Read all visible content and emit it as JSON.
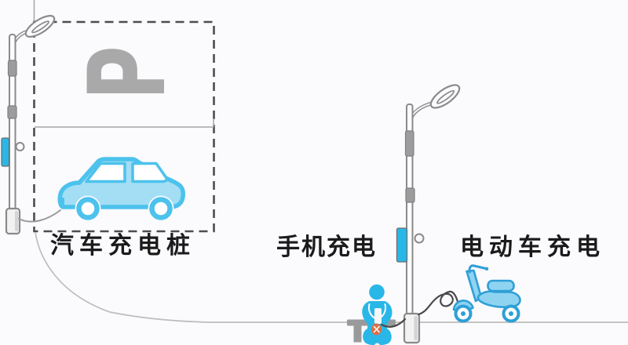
{
  "scene": {
    "labels": {
      "car": "汽车充电桩",
      "phone": "手机充电",
      "ebike": "电动车充电"
    },
    "parking_sign": {
      "symbol": "P",
      "rotation_deg": -90,
      "color": "#a9a9a9"
    },
    "colors": {
      "background": "#fbfafd",
      "accent_cyan": "#29b7e8",
      "car_fill": "#a3def5",
      "car_outline": "#4cc2ec",
      "scooter_fill": "#8ed4f0",
      "scooter_outline": "#2f9fd6",
      "pole_gray": "#8a8a8a",
      "pole_box_gray": "#9c9c9c",
      "label_text": "#1b1b1b",
      "dashed_border": "#4d4d4d",
      "ground_line": "#bdbdbd",
      "bench_gray": "#9a9a9a",
      "cable_dark": "#4a4a4a",
      "cable_light": "#9a9a9a",
      "adapter_orange": "#db7046",
      "phone_white": "#f8f8f8",
      "parking_symbol_gray": "#a9a9a9"
    }
  }
}
